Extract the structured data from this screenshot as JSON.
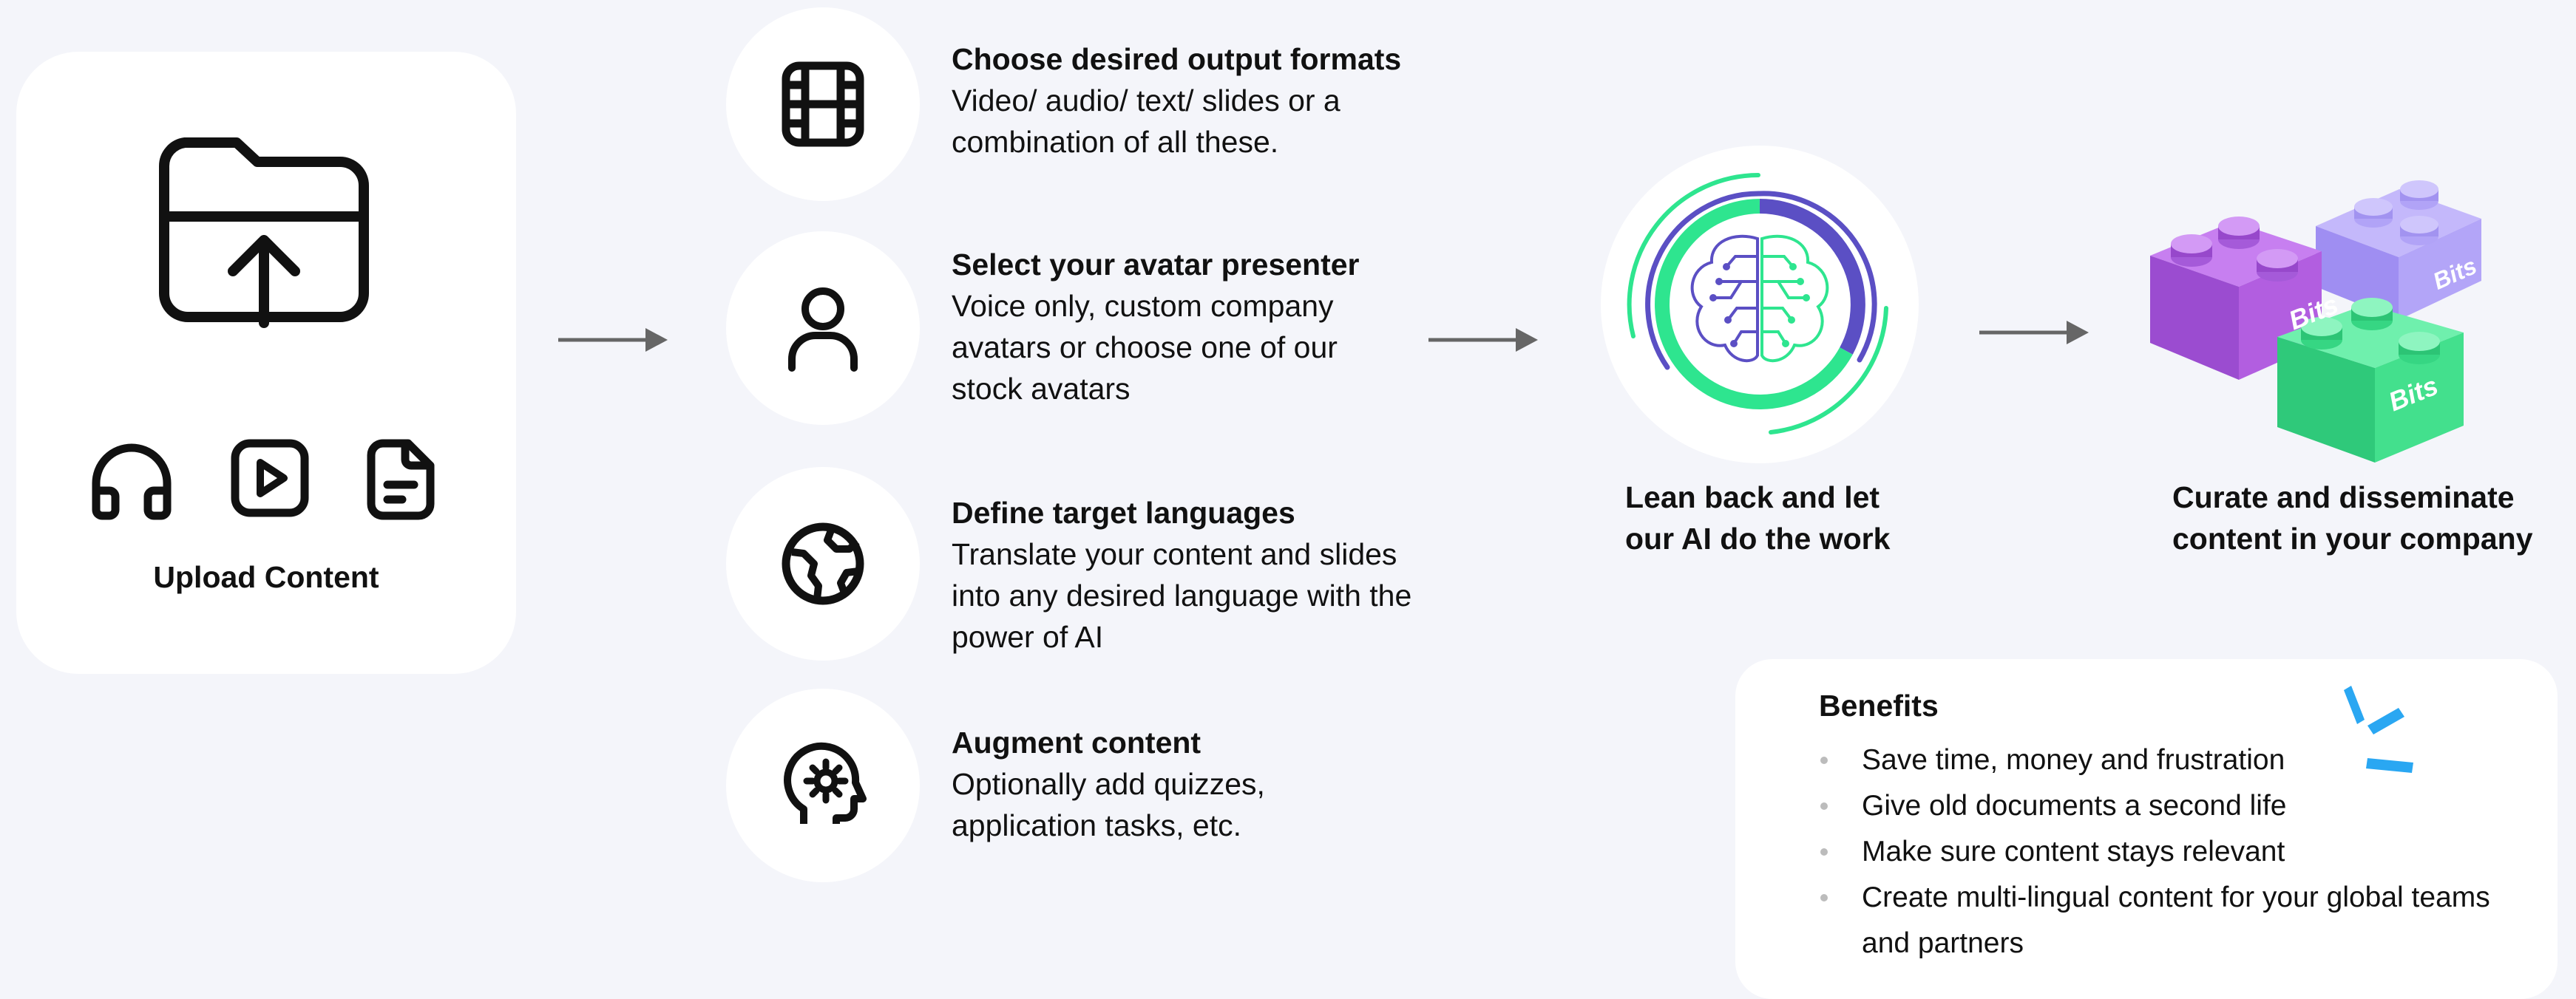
{
  "upload": {
    "label": "Upload Content"
  },
  "steps": [
    {
      "title": "Choose desired output formats",
      "desc": "Video/ audio/ text/ slides or a combination of all these."
    },
    {
      "title": "Select your avatar presenter",
      "desc": "Voice only, custom company avatars or choose one of our stock avatars"
    },
    {
      "title": "Define target languages",
      "desc": "Translate your content and slides into any desired language with the power of AI"
    },
    {
      "title": "Augment content",
      "desc": "Optionally add quizzes, application tasks, etc."
    }
  ],
  "ai": {
    "caption": "Lean back and let our AI do the work"
  },
  "curate": {
    "caption": "Curate and disseminate content in your company",
    "brick_text": "Bits"
  },
  "benefits": {
    "title": "Benefits",
    "items": [
      "Save time, money and frustration",
      "Give old documents a second life",
      "Make sure content stays relevant",
      "Create multi-lingual content for your global teams and partners"
    ]
  },
  "colors": {
    "background": "#f4f5fa",
    "green": "#2ee58f",
    "purple": "#5b4fc4",
    "brick_purple": "#b25ee0",
    "brick_lavender": "#a99af5",
    "brick_green": "#43e08d",
    "spark_blue": "#2aa7f2"
  },
  "icons": [
    "folder-upload-icon",
    "headphones-icon",
    "play-icon",
    "document-icon",
    "film-icon",
    "user-icon",
    "globe-icon",
    "head-gear-icon",
    "brain-icon"
  ]
}
